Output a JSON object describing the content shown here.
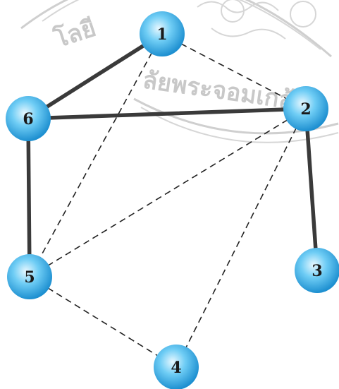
{
  "graph": {
    "nodes": [
      {
        "id": "1",
        "label": "1"
      },
      {
        "id": "2",
        "label": "2"
      },
      {
        "id": "3",
        "label": "3"
      },
      {
        "id": "4",
        "label": "4"
      },
      {
        "id": "5",
        "label": "5"
      },
      {
        "id": "6",
        "label": "6"
      }
    ],
    "edges": [
      {
        "from": "1",
        "to": "6",
        "style": "solid"
      },
      {
        "from": "6",
        "to": "2",
        "style": "solid"
      },
      {
        "from": "6",
        "to": "5",
        "style": "solid"
      },
      {
        "from": "2",
        "to": "3",
        "style": "solid"
      },
      {
        "from": "1",
        "to": "2",
        "style": "dashed"
      },
      {
        "from": "1",
        "to": "5",
        "style": "dashed"
      },
      {
        "from": "2",
        "to": "5",
        "style": "dashed"
      },
      {
        "from": "2",
        "to": "4",
        "style": "dashed"
      },
      {
        "from": "5",
        "to": "4",
        "style": "dashed"
      }
    ],
    "colors": {
      "node_fill_light": "#d6f1ff",
      "node_fill_mid": "#5cc4f2",
      "node_fill_dark": "#1d8fd0",
      "solid_edge": "#3a3a3a",
      "dashed_edge": "#222222"
    }
  },
  "watermark": {
    "text": "ลัยพระจอมเกล้า",
    "text_prefix": "โลยี"
  }
}
